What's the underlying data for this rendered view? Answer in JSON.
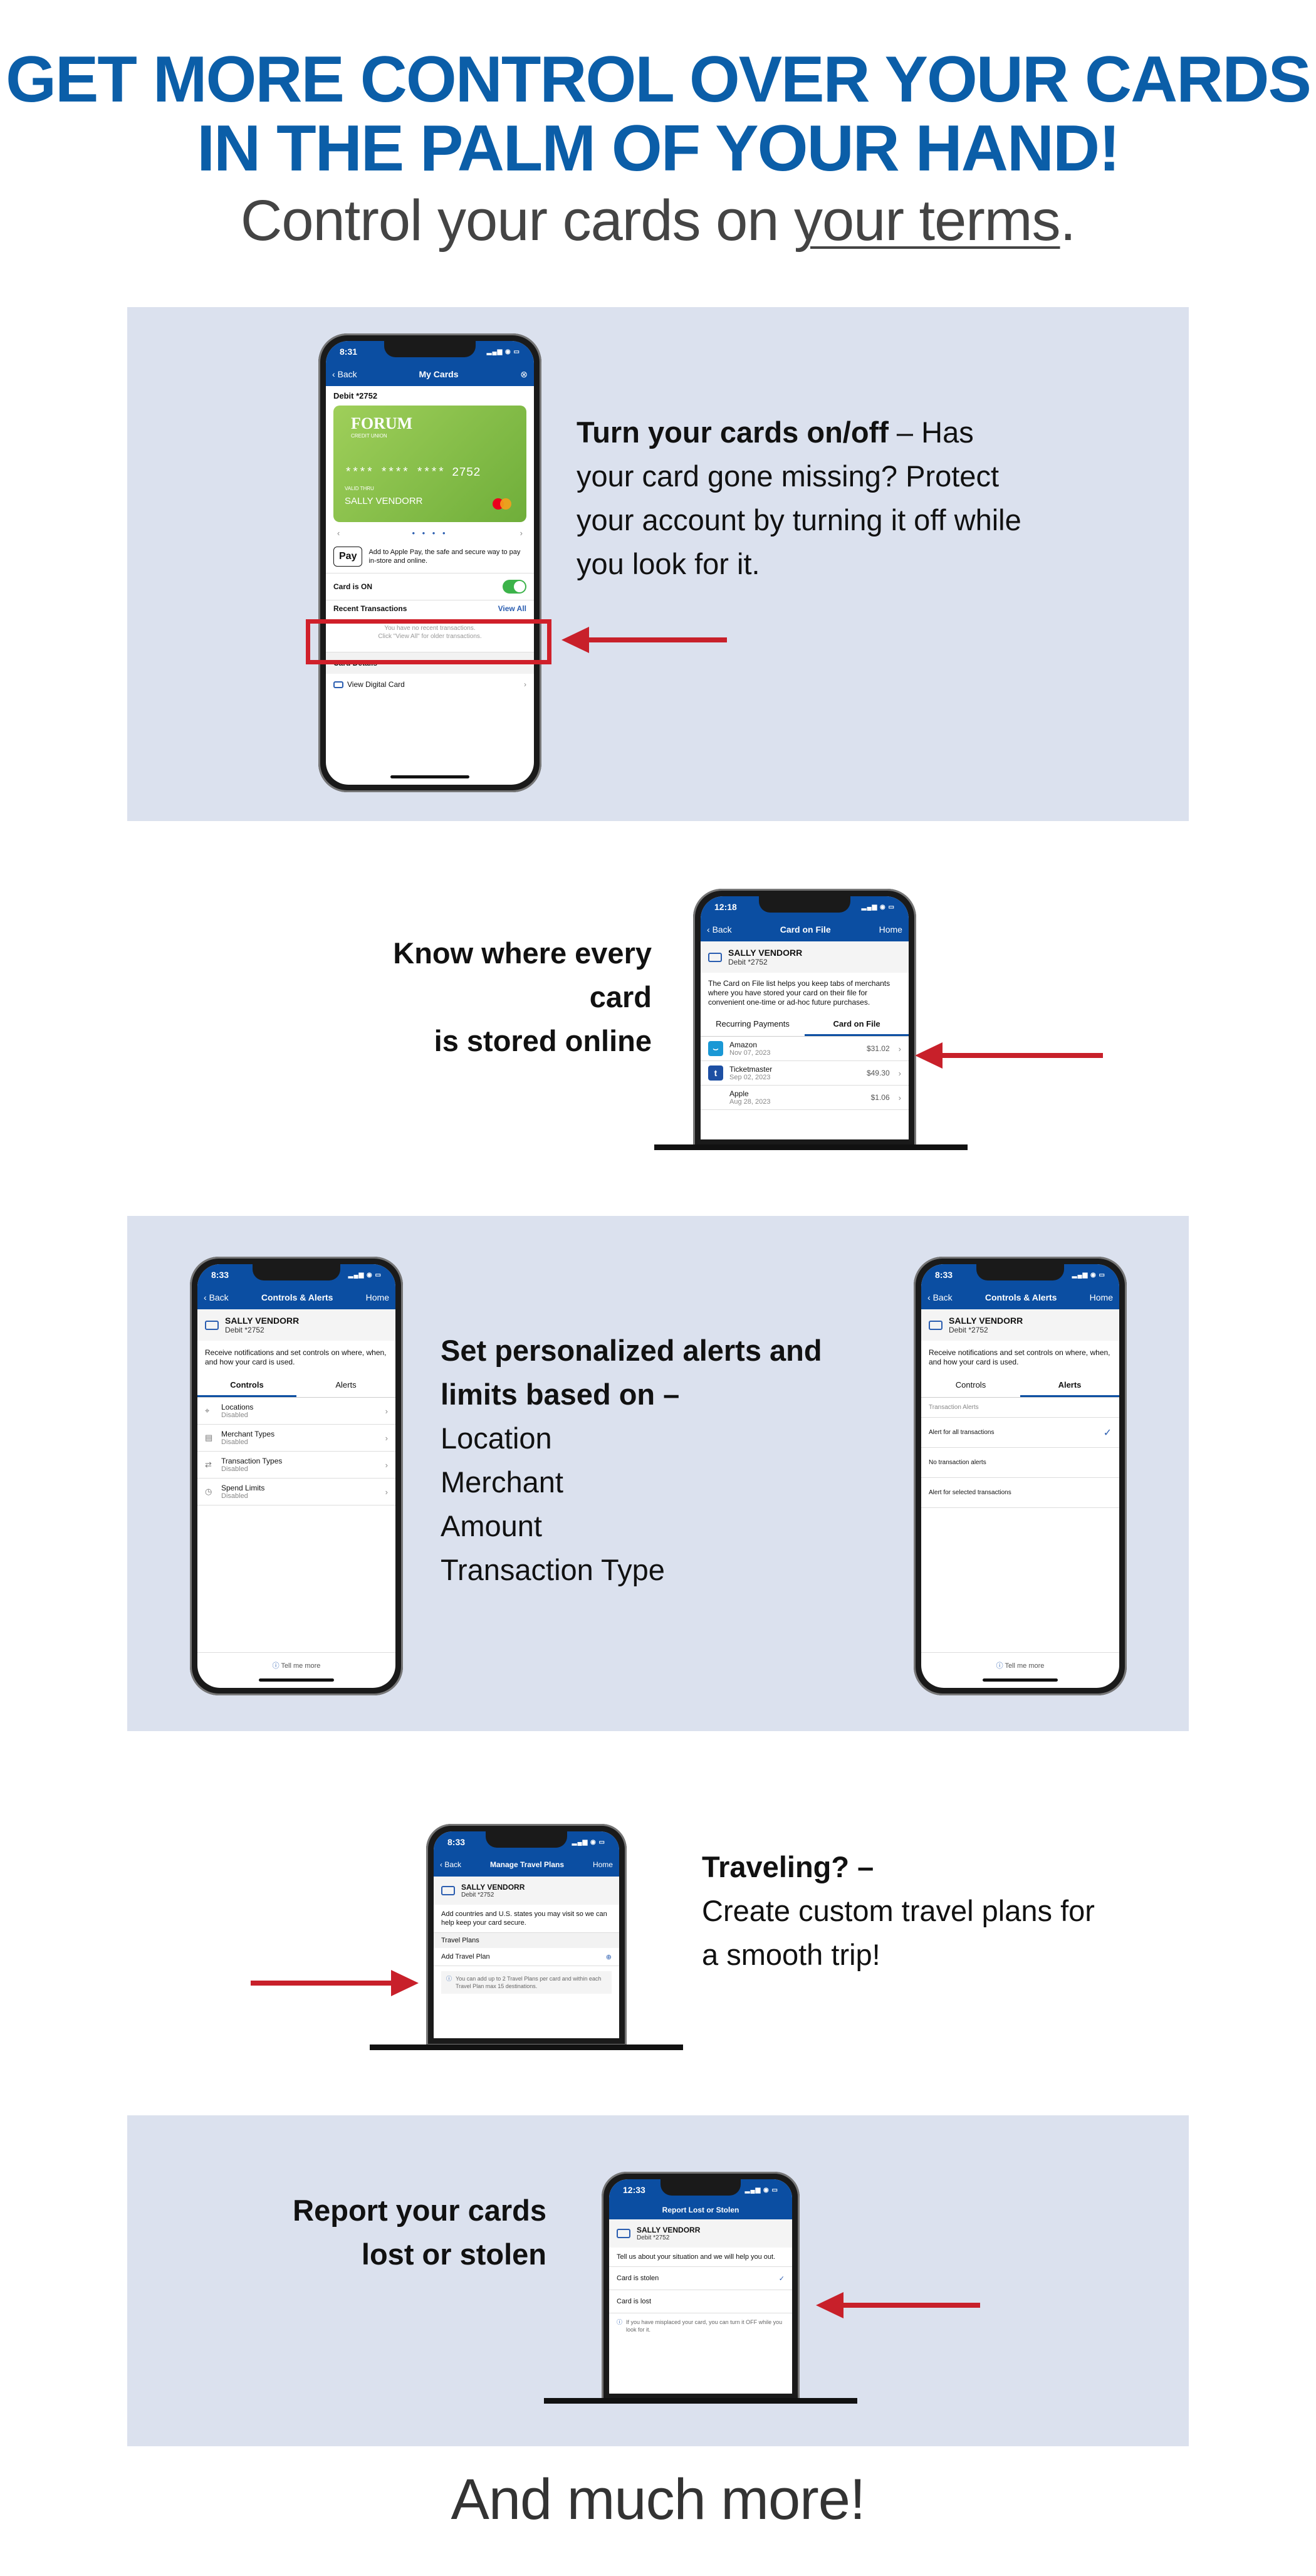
{
  "header": {
    "line1": "GET MORE CONTROL OVER YOUR CARDS",
    "line2": "IN THE PALM OF YOUR HAND!",
    "sub_pre": "Control your cards on ",
    "sub_link": "your terms",
    "sub_post": "."
  },
  "sections": {
    "s1": {
      "title": "Turn your cards on/off",
      "dash": " – ",
      "body": "Has your card gone missing?  Protect your account by turning it off while you look for it."
    },
    "s2": {
      "line1": "Know where every card",
      "line2": "is stored online"
    },
    "s3": {
      "title": "Set personalized alerts and limits based on –",
      "items": [
        "Location",
        "Merchant",
        "Amount",
        "Transaction Type"
      ]
    },
    "s4": {
      "title": "Traveling? –",
      "body": "Create custom travel plans for a smooth trip!"
    },
    "s5": {
      "line1": "Report your cards",
      "line2": "lost or stolen"
    }
  },
  "footer": "And much more!",
  "phone1": {
    "time": "8:31",
    "back": "Back",
    "title": "My Cards",
    "account": "Debit *2752",
    "brand": "FORUM",
    "brand_sub": "CREDIT UNION",
    "number": "**** **** **** 2752",
    "valid": "VALID THRU",
    "holder": "SALLY VENDORR",
    "pay_badge": "Pay",
    "pay_text": "Add to Apple Pay, the safe and secure way to pay in-store and online.",
    "toggle_label": "Card is ON",
    "toggle_on": true,
    "recent": "Recent Transactions",
    "view_all": "View All",
    "empty1": "You have no recent transactions.",
    "empty2": "Click \"View All\" for older transactions.",
    "details": "Card Details",
    "digital": "View Digital Card"
  },
  "phone2": {
    "time": "12:18",
    "back": "Back",
    "title": "Card on File",
    "home": "Home",
    "name": "SALLY VENDORR",
    "acct": "Debit *2752",
    "desc": "The Card on File list helps you keep tabs of merchants where you have stored your card on their file for convenient one-time or ad-hoc future purchases.",
    "tab1": "Recurring Payments",
    "tab2": "Card on File",
    "merchants": [
      {
        "name": "Amazon",
        "date": "Nov 07, 2023",
        "amt": "$31.02"
      },
      {
        "name": "Ticketmaster",
        "date": "Sep 02, 2023",
        "amt": "$49.30"
      },
      {
        "name": "Apple",
        "date": "Aug 28, 2023",
        "amt": "$1.06"
      }
    ]
  },
  "phone3": {
    "time": "8:33",
    "back": "Back",
    "title": "Controls & Alerts",
    "home": "Home",
    "name": "SALLY VENDORR",
    "acct": "Debit *2752",
    "desc": "Receive notifications and set controls on where, when, and how your card is used.",
    "tab1": "Controls",
    "tab2": "Alerts",
    "items": [
      {
        "label": "Locations",
        "sub": "Disabled"
      },
      {
        "label": "Merchant Types",
        "sub": "Disabled"
      },
      {
        "label": "Transaction Types",
        "sub": "Disabled"
      },
      {
        "label": "Spend Limits",
        "sub": "Disabled"
      }
    ],
    "tell": "Tell me more"
  },
  "phone4": {
    "time": "8:33",
    "back": "Back",
    "title": "Controls & Alerts",
    "home": "Home",
    "name": "SALLY VENDORR",
    "acct": "Debit *2752",
    "desc": "Receive notifications and set controls on where, when, and how your card is used.",
    "tab1": "Controls",
    "tab2": "Alerts",
    "section": "Transaction Alerts",
    "options": [
      "Alert for all transactions",
      "No transaction alerts",
      "Alert for selected transactions"
    ],
    "tell": "Tell me more"
  },
  "phone5": {
    "time": "8:33",
    "back": "Back",
    "title": "Manage Travel Plans",
    "home": "Home",
    "name": "SALLY VENDORR",
    "acct": "Debit *2752",
    "desc": "Add countries and U.S. states you may visit so we can help keep your card secure.",
    "section": "Travel Plans",
    "add": "Add Travel Plan",
    "note": "You can add up to 2 Travel Plans per card and within each Travel Plan max 15 destinations."
  },
  "phone6": {
    "time": "12:33",
    "title": "Report Lost or Stolen",
    "name": "SALLY VENDORR",
    "acct": "Debit *2752",
    "desc": "Tell us about your situation and we will help you out.",
    "opt1": "Card is stolen",
    "opt2": "Card is lost",
    "note": "If you have misplaced your card, you can turn it OFF while you look for it."
  }
}
